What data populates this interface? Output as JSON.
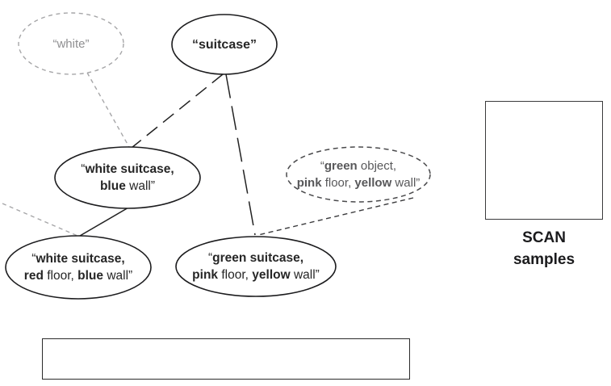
{
  "figure": {
    "title": "concept graph with SCAN samples",
    "colors": {
      "node_stroke": "#1c1c1e",
      "muted_gray": "#a6a6a8",
      "dark_gray": "#4a4a4c",
      "text_black": "#262626",
      "text_gray": "#8f8f91",
      "text_dark_gray": "#58585a",
      "background": "#ffffff"
    },
    "nodes": [
      {
        "id": "white",
        "kind": "dashed-gray-ellipse",
        "text": "“white”",
        "lines": [
          [
            {
              "t": "“white”"
            }
          ]
        ]
      },
      {
        "id": "suitcase",
        "kind": "solid-ellipse",
        "text": "“suitcase”",
        "lines": [
          [
            {
              "t": "“suitcase”",
              "b": true
            }
          ]
        ]
      },
      {
        "id": "white-suitcase-blue-wall",
        "kind": "solid-ellipse",
        "text": "“white suitcase, blue wall”",
        "lines": [
          [
            {
              "t": "“"
            },
            {
              "t": "white suitcase,",
              "b": true
            }
          ],
          [
            {
              "t": "blue",
              "b": true
            },
            {
              "t": " wall”"
            }
          ]
        ]
      },
      {
        "id": "white-suitcase-red-floor-blue-wall",
        "kind": "solid-ellipse",
        "text": "“white suitcase, red floor, blue wall”",
        "lines": [
          [
            {
              "t": "“"
            },
            {
              "t": "white suitcase,",
              "b": true
            }
          ],
          [
            {
              "t": "red",
              "b": true
            },
            {
              "t": " floor, "
            },
            {
              "t": "blue",
              "b": true
            },
            {
              "t": " wall”"
            }
          ]
        ]
      },
      {
        "id": "green-suitcase-pink-floor-yellow-wall",
        "kind": "solid-ellipse",
        "text": "“green suitcase, pink floor, yellow wall”",
        "lines": [
          [
            {
              "t": "“"
            },
            {
              "t": "green suitcase,",
              "b": true
            }
          ],
          [
            {
              "t": "pink",
              "b": true
            },
            {
              "t": " floor, "
            },
            {
              "t": "yellow",
              "b": true
            },
            {
              "t": " wall”"
            }
          ]
        ]
      },
      {
        "id": "green-object-pink-floor-yellow-wall",
        "kind": "dashed-dark-ellipse",
        "text": "“green object, pink floor, yellow wall”",
        "lines": [
          [
            {
              "t": "“"
            },
            {
              "t": "green",
              "b": true
            },
            {
              "t": " object,"
            }
          ],
          [
            {
              "t": "pink",
              "b": true
            },
            {
              "t": " floor, "
            },
            {
              "t": "yellow",
              "b": true
            },
            {
              "t": " wall”"
            }
          ]
        ]
      }
    ],
    "edges": [
      {
        "from": "white",
        "to": "white-suitcase-blue-wall",
        "style": "dashed",
        "color": "gray"
      },
      {
        "from": "offscreen-left",
        "to": "white-suitcase-red-floor-blue-wall",
        "style": "dashed",
        "color": "gray"
      },
      {
        "from": "suitcase",
        "to": "white-suitcase-blue-wall",
        "style": "long-dash",
        "color": "black"
      },
      {
        "from": "suitcase",
        "to": "green-suitcase-pink-floor-yellow-wall",
        "style": "long-dash",
        "color": "black"
      },
      {
        "from": "white-suitcase-blue-wall",
        "to": "white-suitcase-red-floor-blue-wall",
        "style": "solid",
        "color": "black"
      },
      {
        "from": "green-object-pink-floor-yellow-wall",
        "to": "green-suitcase-pink-floor-yellow-wall",
        "style": "dashed",
        "color": "black"
      }
    ],
    "scan": {
      "line1": "SCAN",
      "line2": "samples"
    }
  }
}
